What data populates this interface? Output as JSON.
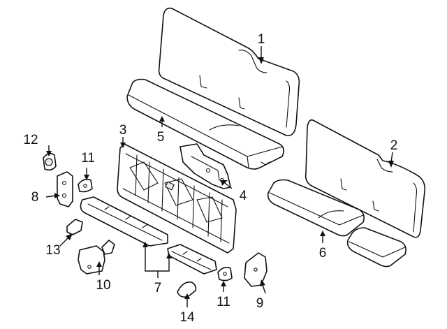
{
  "callouts": [
    {
      "id": "c1",
      "text": "1"
    },
    {
      "id": "c2",
      "text": "2"
    },
    {
      "id": "c3",
      "text": "3"
    },
    {
      "id": "c4",
      "text": "4"
    },
    {
      "id": "c5",
      "text": "5"
    },
    {
      "id": "c6",
      "text": "6"
    },
    {
      "id": "c7",
      "text": "7"
    },
    {
      "id": "c8",
      "text": "8"
    },
    {
      "id": "c9",
      "text": "9"
    },
    {
      "id": "c10",
      "text": "10"
    },
    {
      "id": "c11a",
      "text": "11"
    },
    {
      "id": "c11b",
      "text": "11"
    },
    {
      "id": "c12",
      "text": "12"
    },
    {
      "id": "c13",
      "text": "13"
    },
    {
      "id": "c14",
      "text": "14"
    }
  ]
}
